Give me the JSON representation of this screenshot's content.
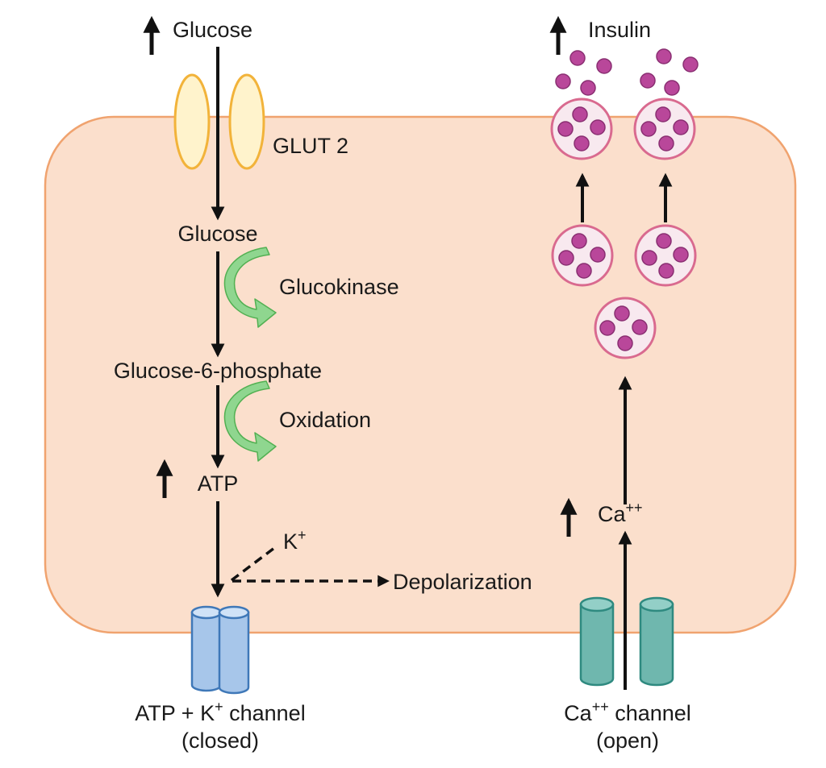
{
  "labels": {
    "glucose_in": "Glucose",
    "insulin_out": "Insulin",
    "glut2": "GLUT 2",
    "glucose": "Glucose",
    "glucokinase": "Glucokinase",
    "g6p": "Glucose-6-phosphate",
    "oxidation": "Oxidation",
    "atp": "ATP",
    "k_ion": "K",
    "k_ion_sup": "+",
    "depolarization": "Depolarization",
    "ca": "Ca",
    "ca_sup": "++",
    "katp_line1_a": "ATP + K",
    "katp_line1_sup": "+",
    "katp_line1_b": " channel",
    "katp_line2": "(closed)",
    "ca_channel_line1_a": "Ca",
    "ca_channel_line1_sup": "++",
    "ca_channel_line1_b": " channel",
    "ca_channel_line2": "(open)"
  },
  "colors": {
    "cell_fill": "#fbdfcc",
    "cell_stroke": "#f0a36f",
    "glut_fill": "#fff3cc",
    "glut_stroke": "#f2b33a",
    "enzyme_arrow": "#7ccd7c",
    "katp_channel": "#a7c6ea",
    "ca_channel": "#6fb7ae",
    "granule_fill": "#f8e9ef",
    "granule_stroke": "#d96a8f",
    "insulin": "#b9479a"
  }
}
